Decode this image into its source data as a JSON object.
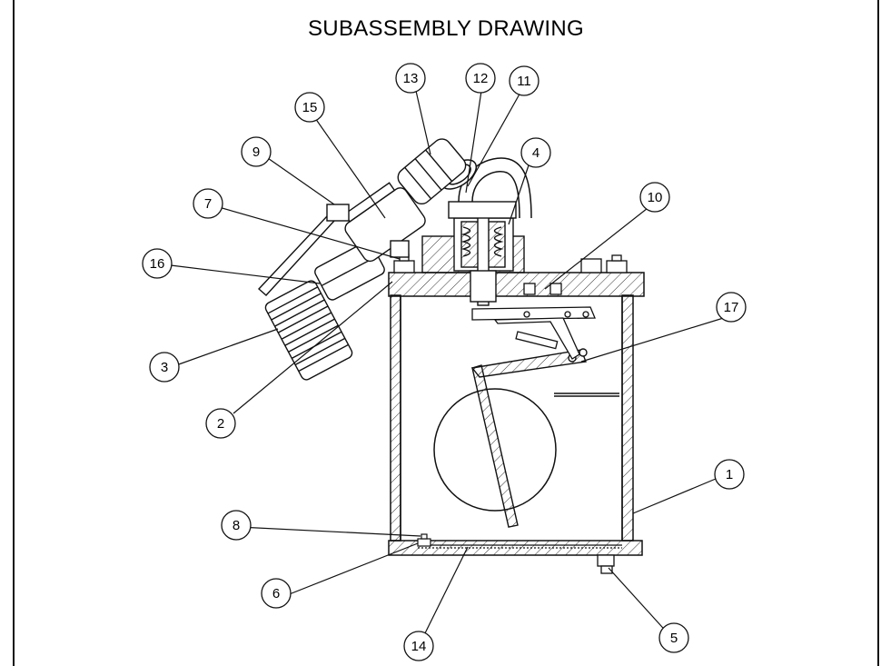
{
  "title": "SUBASSEMBLY DRAWING",
  "colors": {
    "line": "#111111",
    "hatch": "#333333",
    "background": "#ffffff"
  },
  "callouts": [
    {
      "label": "1"
    },
    {
      "label": "2"
    },
    {
      "label": "3"
    },
    {
      "label": "4"
    },
    {
      "label": "5"
    },
    {
      "label": "6"
    },
    {
      "label": "7"
    },
    {
      "label": "8"
    },
    {
      "label": "9"
    },
    {
      "label": "10"
    },
    {
      "label": "11"
    },
    {
      "label": "12"
    },
    {
      "label": "13"
    },
    {
      "label": "14"
    },
    {
      "label": "15"
    },
    {
      "label": "16"
    },
    {
      "label": "17"
    }
  ]
}
